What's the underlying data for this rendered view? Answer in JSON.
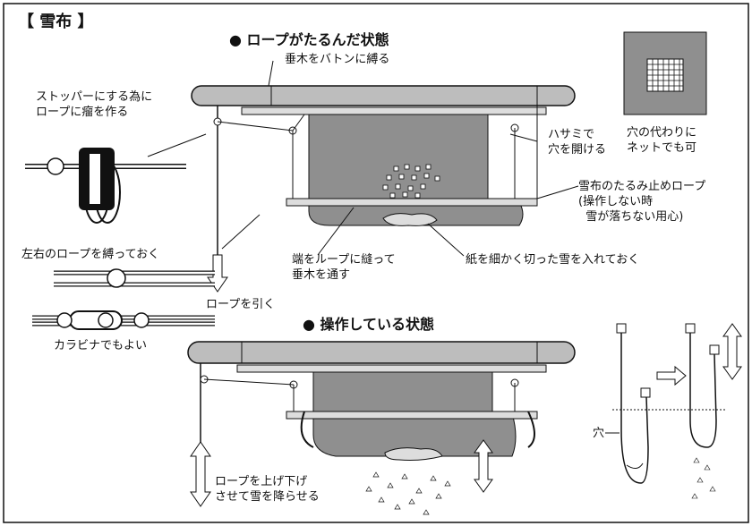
{
  "title": "【 雪布 】",
  "section_slack": "● ロープがたるんだ状態",
  "section_operating": "● 操作している状態",
  "labels": {
    "tie_weight": "垂木をバトンに縛る",
    "stopper": "ストッパーにする為に\nロープに瘤を作る",
    "scissors": "ハサミで\n穴を開ける",
    "net": "穴の代わりに\nネットでも可",
    "slack_stop": "雪布のたるみ止めロープ\n(操作しない時\n  雪が落ちない用心)",
    "tie_ropes": "左右のロープを縛っておく",
    "loop": "端をループに縫って\n垂木を通す",
    "paper_snow": "紙を細かく切った雪を入れておく",
    "pull_rope": "ロープを引く",
    "carabiner": "カラビナでもよい",
    "raise_lower": "ロープを上げ下げ\nさせて雪を降らせる",
    "hole": "穴"
  }
}
